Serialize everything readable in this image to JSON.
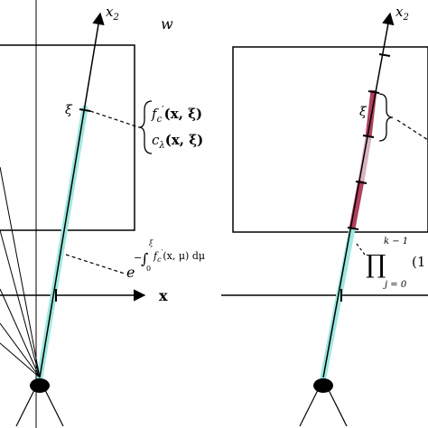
{
  "left_panel": {
    "axis_x2": "x",
    "axis_x2_sub": "2",
    "region_label": "w",
    "xi_label": "ξ",
    "brace_line1_f": "f",
    "brace_line1_sub": "c",
    "brace_line1_prime": "′",
    "brace_line1_args": "(x, ξ)",
    "brace_line2_c": "c",
    "brace_line2_sub": "λ",
    "brace_line2_args": "(x, ξ)",
    "integral_minus": "−",
    "integral_sign": "∫",
    "integral_upper": "ξ",
    "integral_lower": "0",
    "integral_f": "f",
    "integral_sub": "c",
    "integral_prime": "′",
    "integral_args": "(x, μ) dμ",
    "exp_base": "e",
    "axis_x": "x"
  },
  "right_panel": {
    "axis_x2": "x",
    "axis_x2_sub": "2",
    "xi_label": "ξ",
    "prod_upper": "k − 1",
    "prod_symbol": "∏",
    "prod_lower": "j = 0",
    "prod_trailing": "(1"
  },
  "colors": {
    "ray_glow": "#9ee8df",
    "segment_dark": "#b0405e",
    "segment_light": "#d9b3c4",
    "ink": "#000000"
  }
}
